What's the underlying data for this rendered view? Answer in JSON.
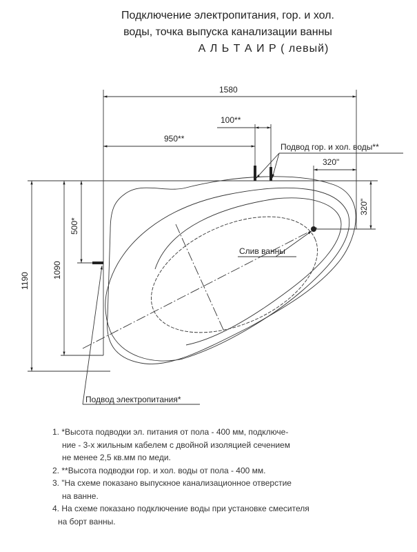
{
  "title": {
    "line1": "Подключение электропитания, гор. и хол.",
    "line2": "воды, точка выпуска канализации ванны",
    "line3": "А Л Ь Т А И Р   ( левый)"
  },
  "dimensions": {
    "width_total": "1580",
    "water_offset": "950**",
    "water_spacing": "100**",
    "drain_x": "320\"",
    "drain_y": "320\"",
    "height_total": "1190",
    "height_wall": "1090",
    "power_height": "500*"
  },
  "labels": {
    "water_supply": "Подвод гор. и хол. воды**",
    "drain": "Слив ванны",
    "power_supply": "Подвод электропитания*"
  },
  "notes": [
    {
      "num": "1.",
      "lines": [
        "*Высота подводки эл. питания от пола - 400 мм, подключе-",
        "ние - 3-х жильным кабелем с двойной изоляцией сечением",
        "не менее 2,5 кв.мм по меди."
      ]
    },
    {
      "num": "2.",
      "lines": [
        "**Высота подводки гор. и хол. воды от пола - 400 мм."
      ]
    },
    {
      "num": "3.",
      "lines": [
        "\"На схеме показано выпускное канализационное отверстие",
        "на ванне."
      ]
    },
    {
      "num": "4.",
      "lines": [
        "На схеме показано подключение воды при установке смесителя",
        "на борт ванны."
      ]
    }
  ]
}
